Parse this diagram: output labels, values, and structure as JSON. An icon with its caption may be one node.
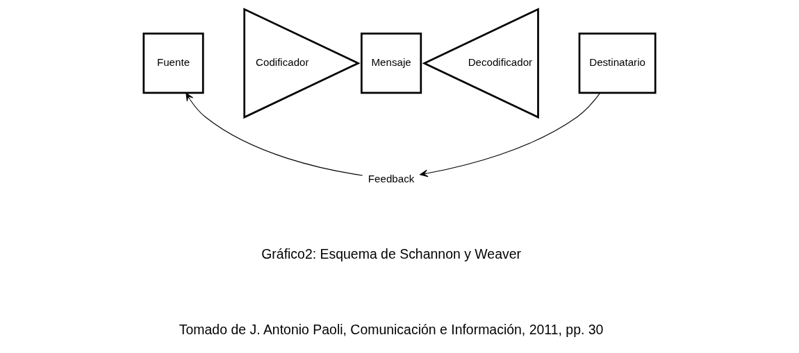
{
  "diagram": {
    "nodes": [
      {
        "text": [
          "Fuente"
        ]
      },
      {
        "text": [
          "Codificador"
        ]
      },
      {
        "text": [
          "Mensaje"
        ]
      },
      {
        "text": [
          "Decodificador"
        ]
      },
      {
        "text": [
          "Destinatario"
        ]
      },
      {
        "text": [
          "Feedback"
        ]
      }
    ],
    "edges": [
      {
        "from": 4,
        "to": 5,
        "arrow": "to"
      },
      {
        "from": 5,
        "to": 0,
        "arrow": "to"
      }
    ],
    "labels": [
      "Gráfico2: Esquema de Schannon y Weaver",
      "Tomado de J. Antonio Paoli, Comunicación e Información, 2011, pp. 30"
    ]
  }
}
